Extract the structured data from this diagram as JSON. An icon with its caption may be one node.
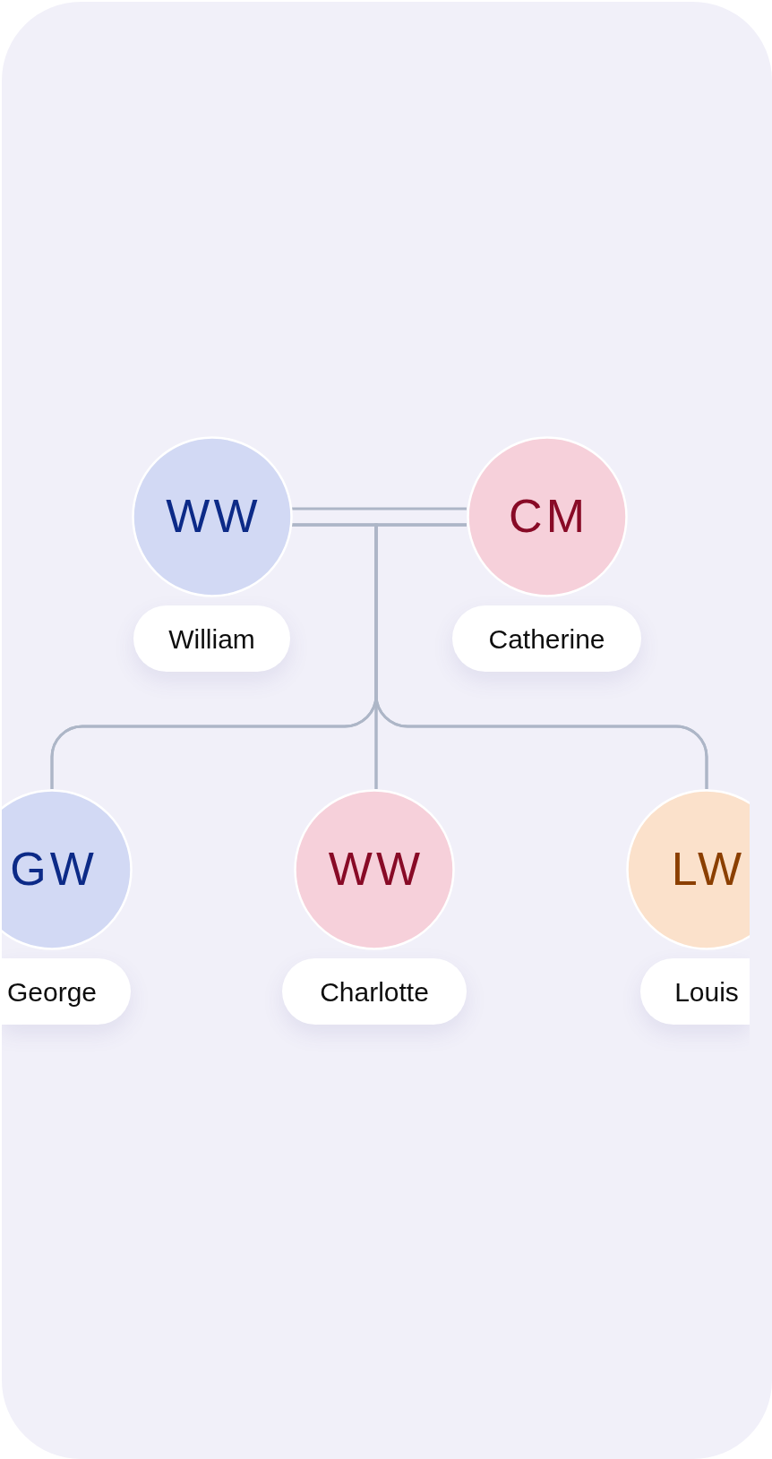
{
  "diagram": {
    "nodes": [
      {
        "text": [
          "WW"
        ]
      },
      {
        "text": [
          "CM"
        ]
      },
      {
        "text": [
          "William"
        ]
      },
      {
        "text": [
          "Catherine"
        ]
      },
      {
        "text": [
          "GW"
        ]
      },
      {
        "text": [
          "WW"
        ]
      },
      {
        "text": [
          "LW"
        ]
      },
      {
        "text": [
          "George"
        ]
      },
      {
        "text": [
          "Charlotte"
        ]
      },
      {
        "text": [
          "Louis"
        ]
      }
    ],
    "edges": [
      {
        "from": 0,
        "to": 1,
        "arrow": "none"
      },
      {
        "from": 0,
        "to": 4,
        "arrow": "none"
      },
      {
        "from": 0,
        "to": 5,
        "arrow": "none"
      },
      {
        "from": 0,
        "to": 6,
        "arrow": "none"
      },
      {
        "from": 1,
        "to": 4,
        "arrow": "none"
      },
      {
        "from": 1,
        "to": 5,
        "arrow": "none"
      },
      {
        "from": 1,
        "to": 6,
        "arrow": "none"
      }
    ]
  }
}
